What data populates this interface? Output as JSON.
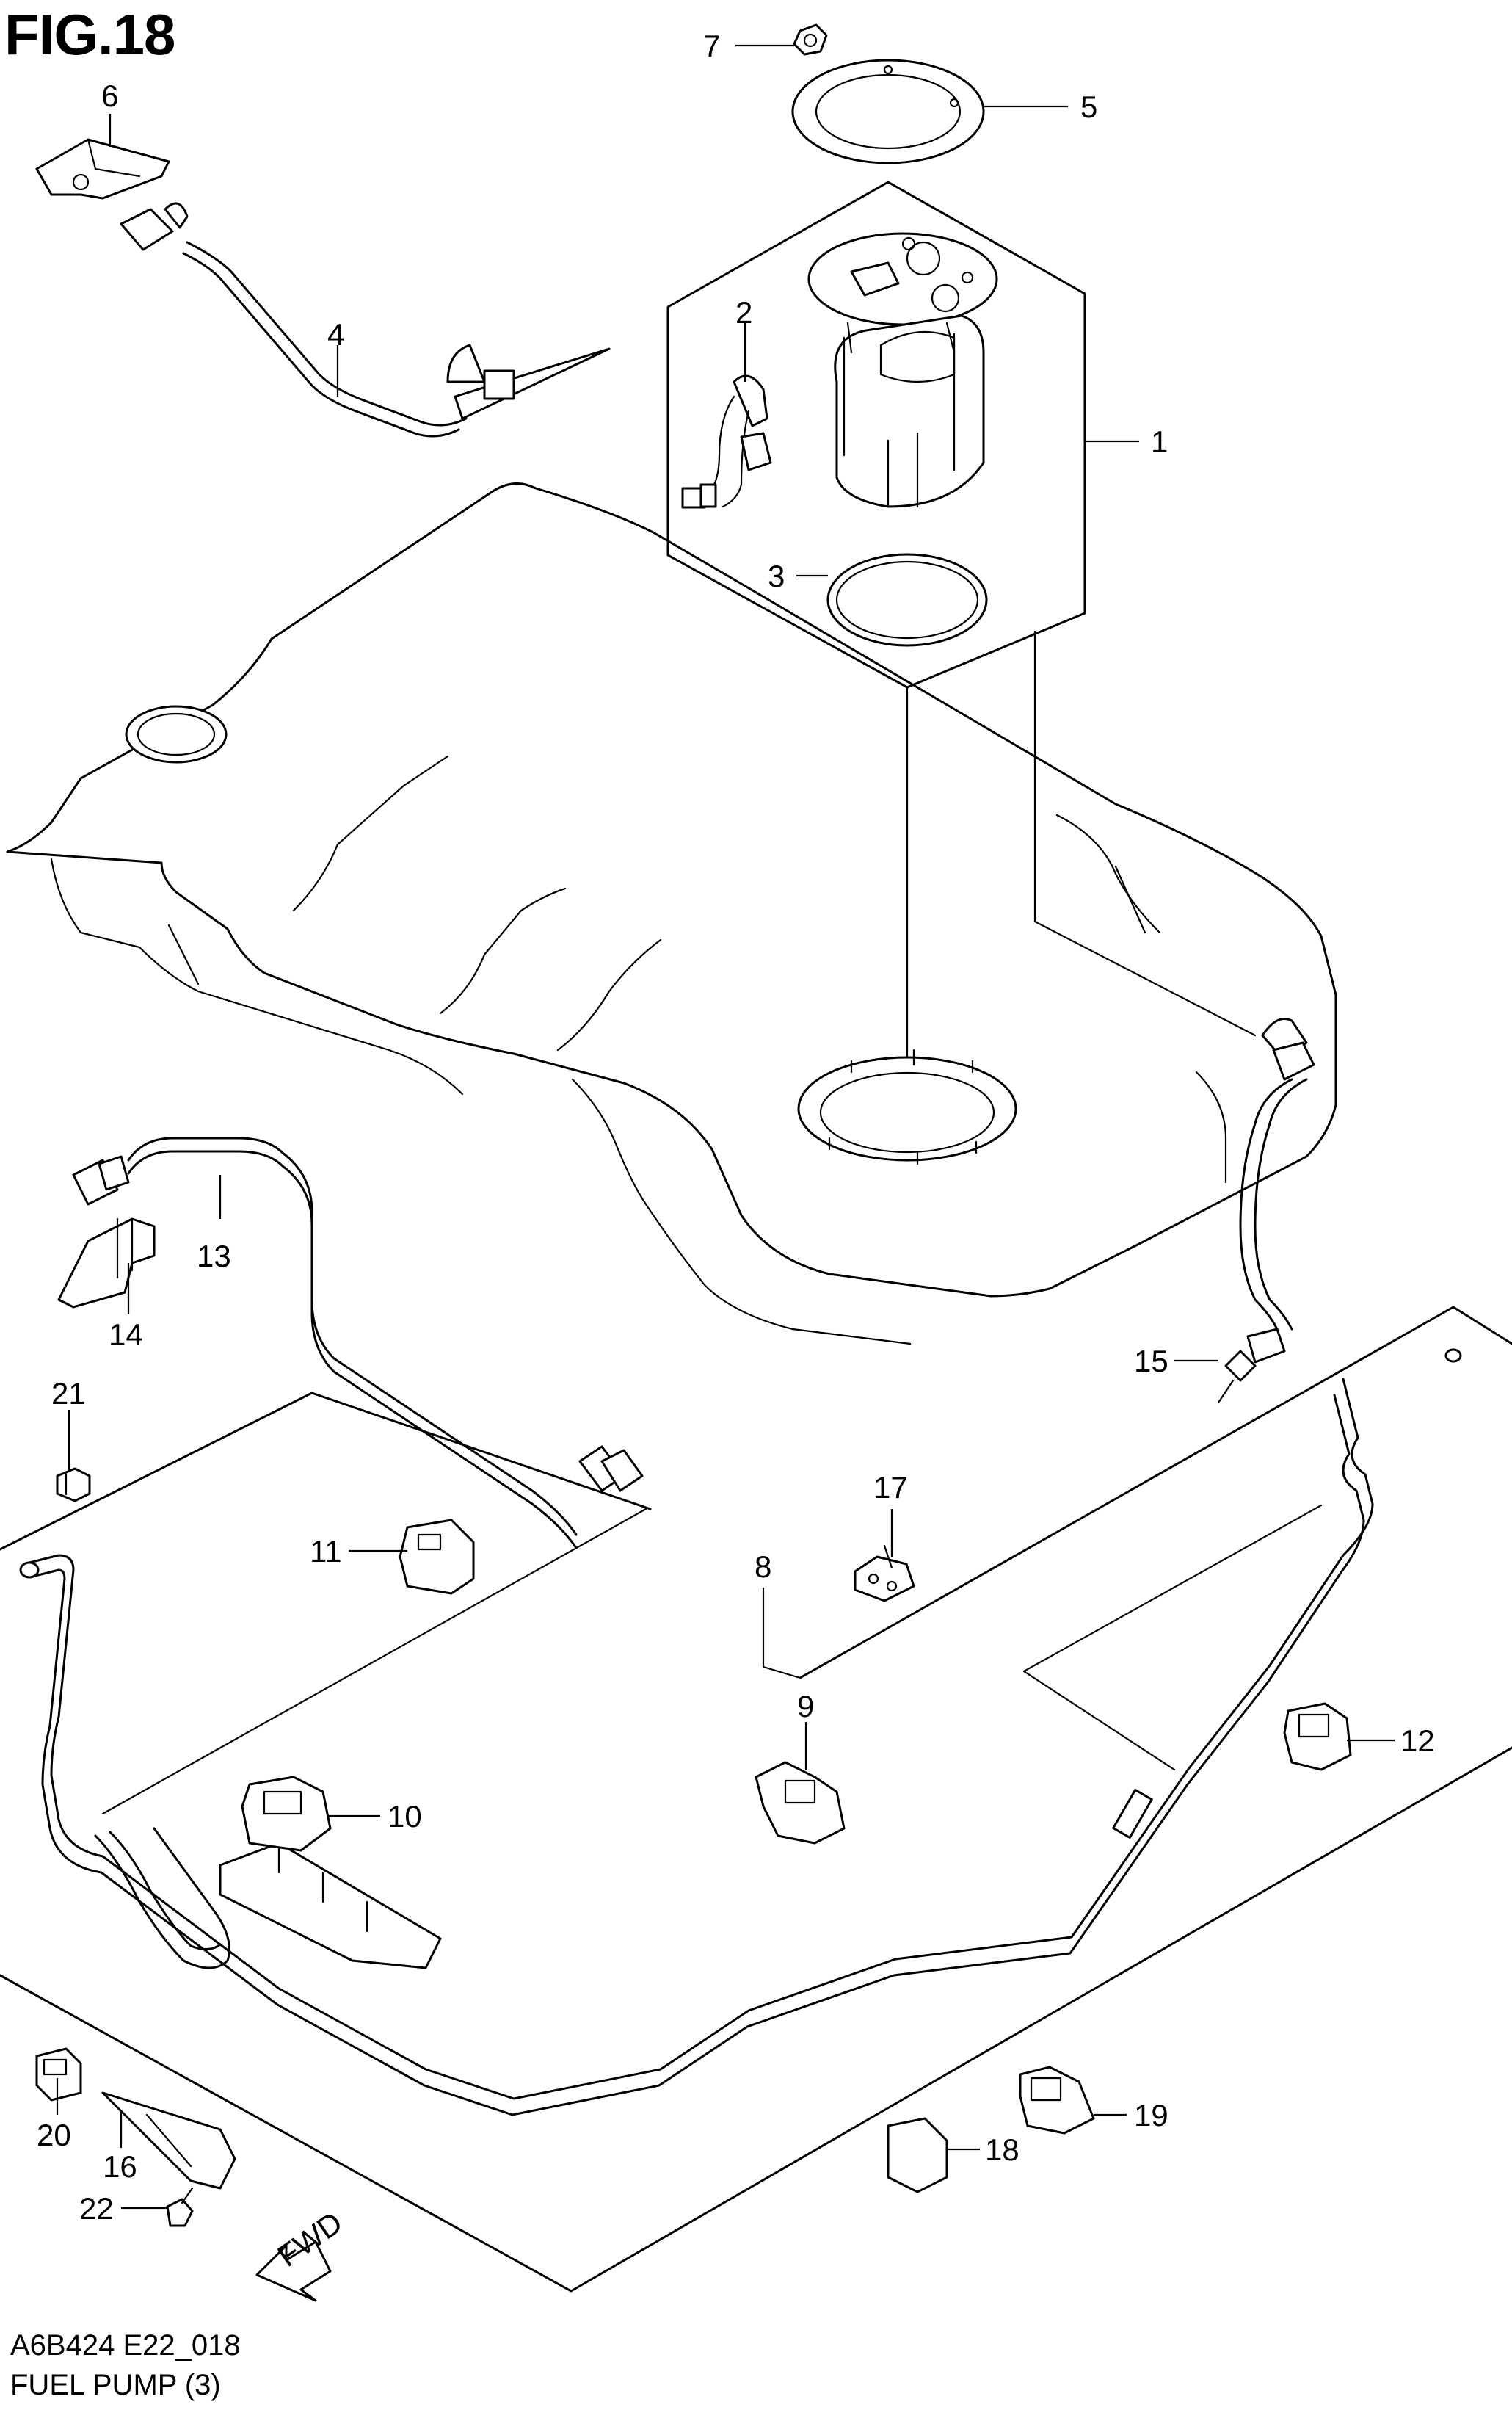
{
  "figure": {
    "title": "FIG.18",
    "code": "A6B424 E22_018",
    "caption": "FUEL PUMP (3)"
  },
  "direction_marker": "FWD",
  "callouts": [
    "1",
    "2",
    "3",
    "4",
    "5",
    "6",
    "7",
    "8",
    "9",
    "10",
    "11",
    "12",
    "13",
    "14",
    "15",
    "16",
    "17",
    "18",
    "19",
    "20",
    "21",
    "22"
  ],
  "colors": {
    "line": "#000000",
    "background": "#ffffff"
  }
}
